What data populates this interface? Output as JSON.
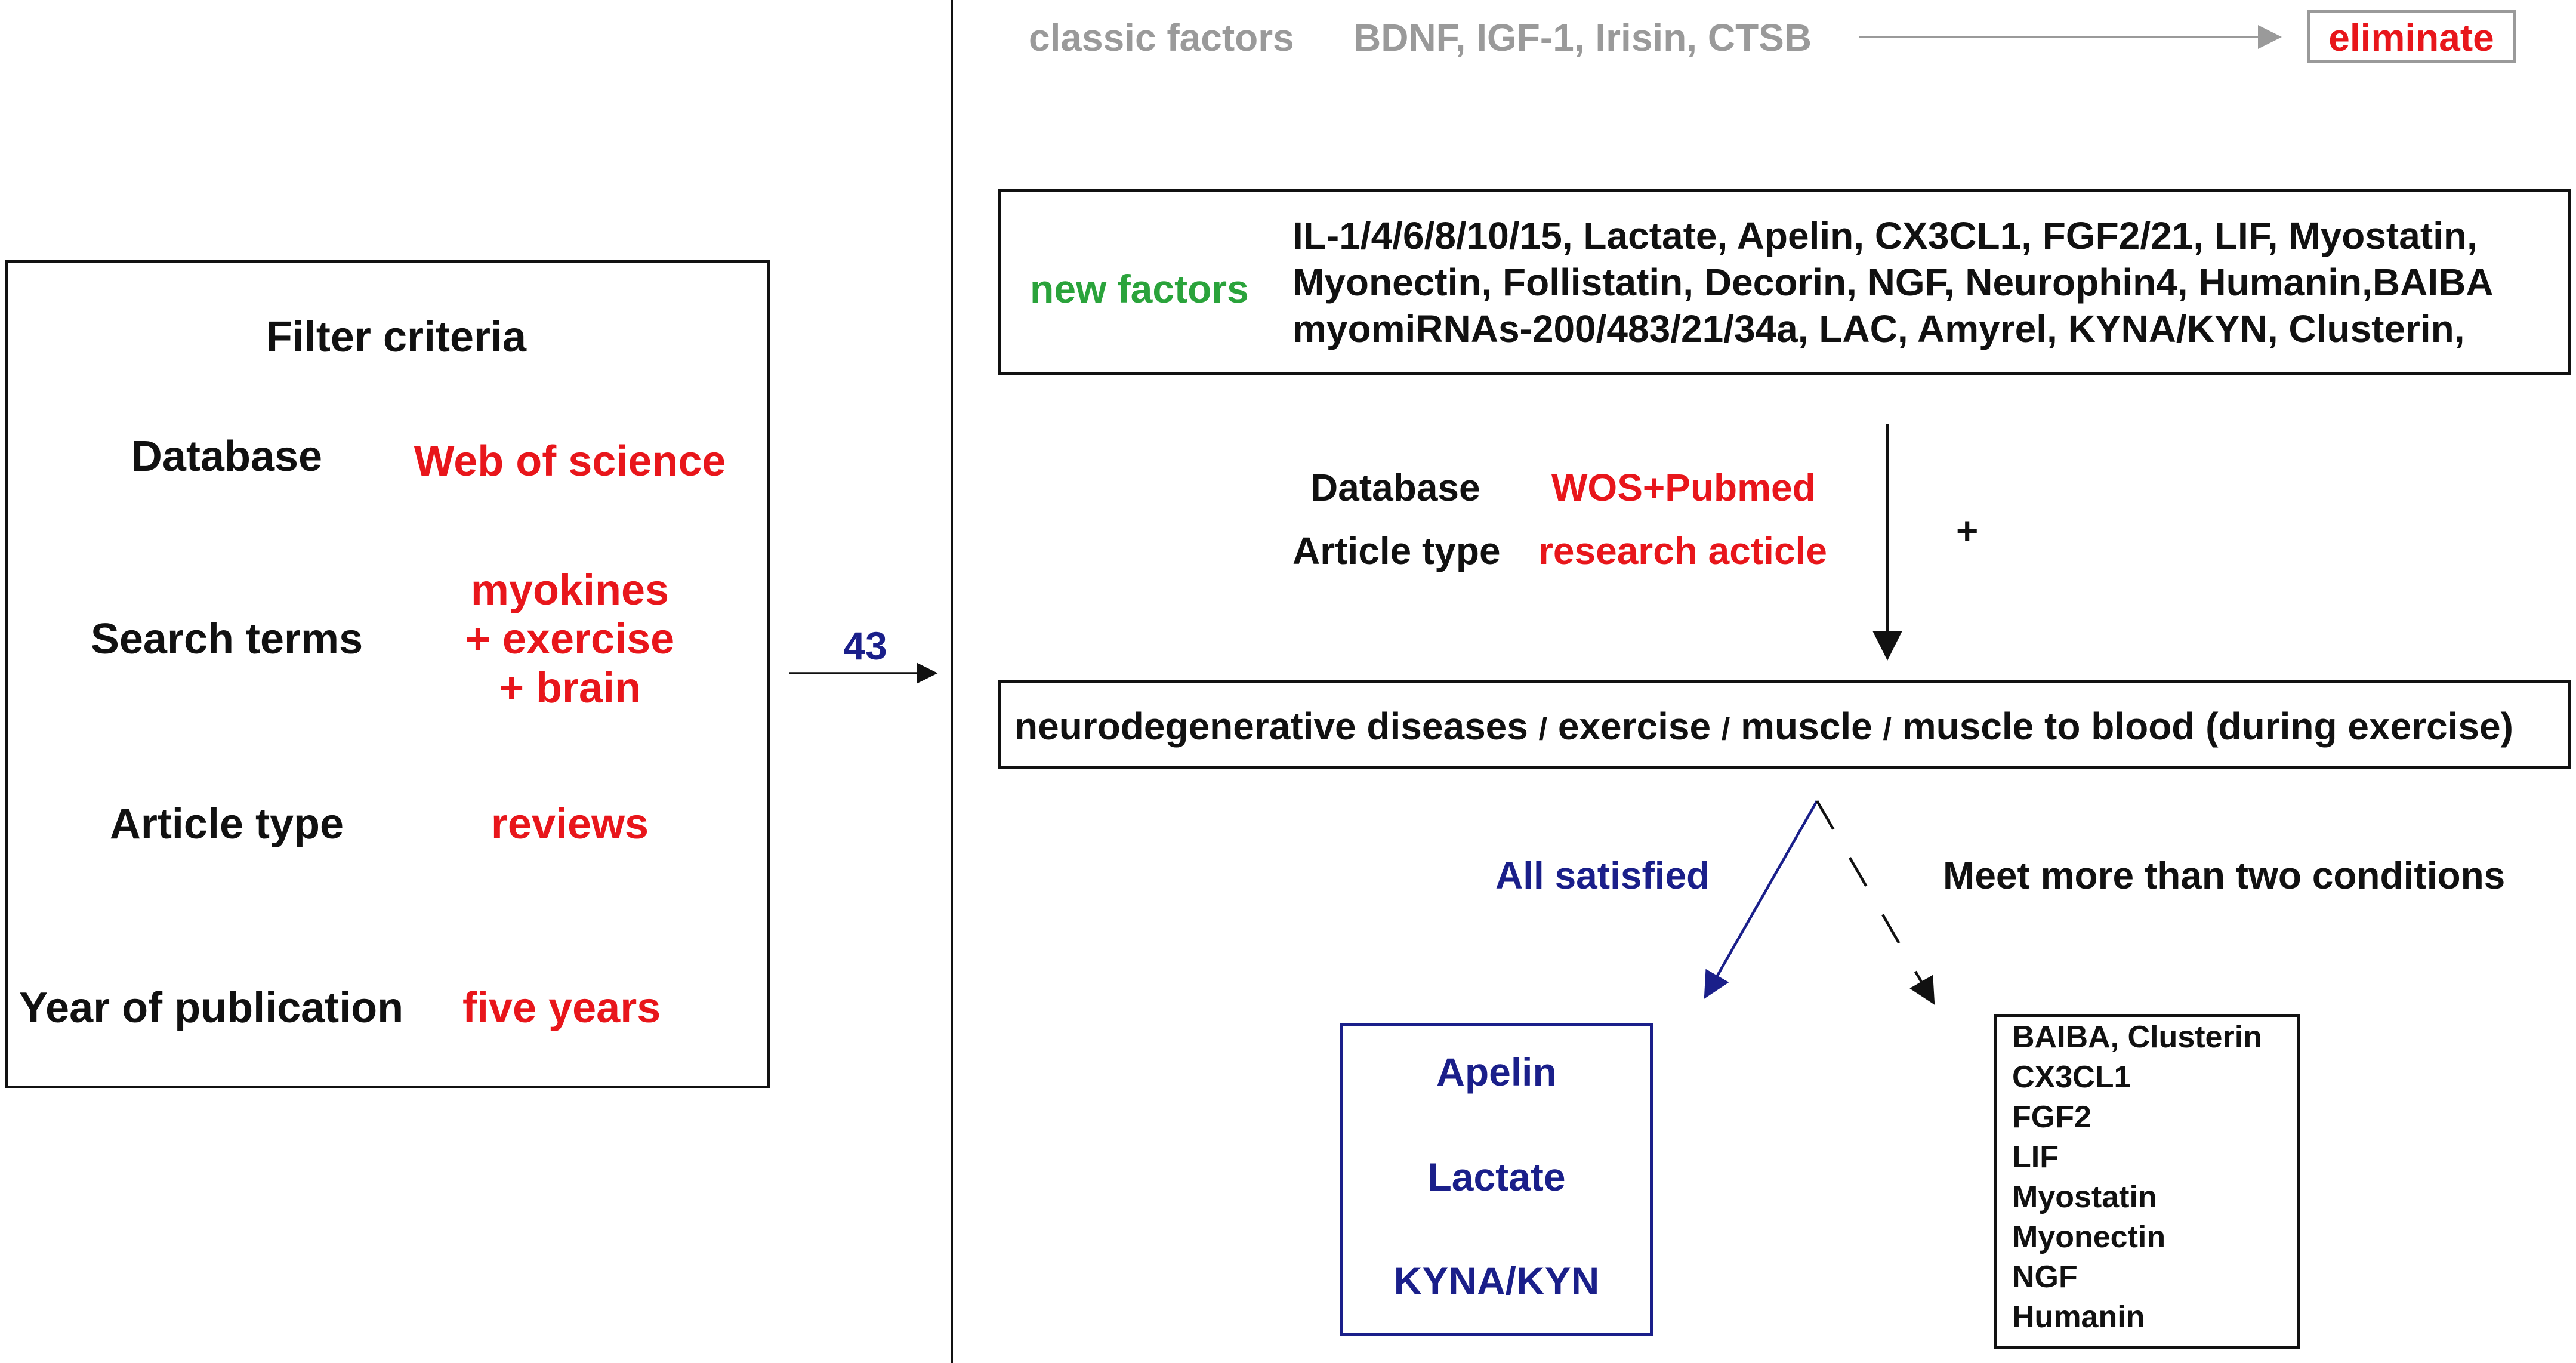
{
  "filter": {
    "title": "Filter criteria",
    "rows": [
      {
        "label": "Database",
        "value": "Web of science"
      },
      {
        "label": "Search terms",
        "value_lines": [
          "myokines",
          "+ exercise",
          "+ brain"
        ]
      },
      {
        "label": "Article type",
        "value": "reviews"
      },
      {
        "label": "Year of publication",
        "value": "five years"
      }
    ]
  },
  "arrow_count": "43",
  "classic": {
    "label": "classic factors",
    "items": "BDNF, IGF-1, Irisin, CTSB",
    "result": "eliminate"
  },
  "new_factors": {
    "label": "new factors",
    "lines": [
      "IL-1/4/6/8/10/15, Lactate, Apelin, CX3CL1, FGF2/21, LIF, Myostatin,",
      "Myonectin, Follistatin, Decorin, NGF, Neurophin4, Humanin,BAIBA",
      "myomiRNAs-200/483/21/34a, LAC, Amyrel, KYNA/KYN, Clusterin,"
    ]
  },
  "second_filter": {
    "database_label": "Database",
    "database_value": "WOS+Pubmed",
    "type_label": "Article type",
    "type_value": "research acticle",
    "plus": "+"
  },
  "conditions": {
    "parts": [
      "neurodegenerative diseases",
      "exercise",
      "muscle",
      "muscle to blood (during exercise)"
    ],
    "separator": "/"
  },
  "branch_all": {
    "label": "All satisfied",
    "items": [
      "Apelin",
      "Lactate",
      "KYNA/KYN"
    ]
  },
  "branch_some": {
    "label": "Meet  more than two conditions",
    "items": [
      "BAIBA, Clusterin",
      "CX3CL1",
      "FGF2",
      "LIF",
      "Myostatin",
      "Myonectin",
      "NGF",
      "Humanin"
    ]
  },
  "colors": {
    "red": "#e8161b",
    "navy": "#1a1f8a",
    "green": "#2aa33b",
    "grey": "#9a9a9a",
    "black": "#111111"
  }
}
